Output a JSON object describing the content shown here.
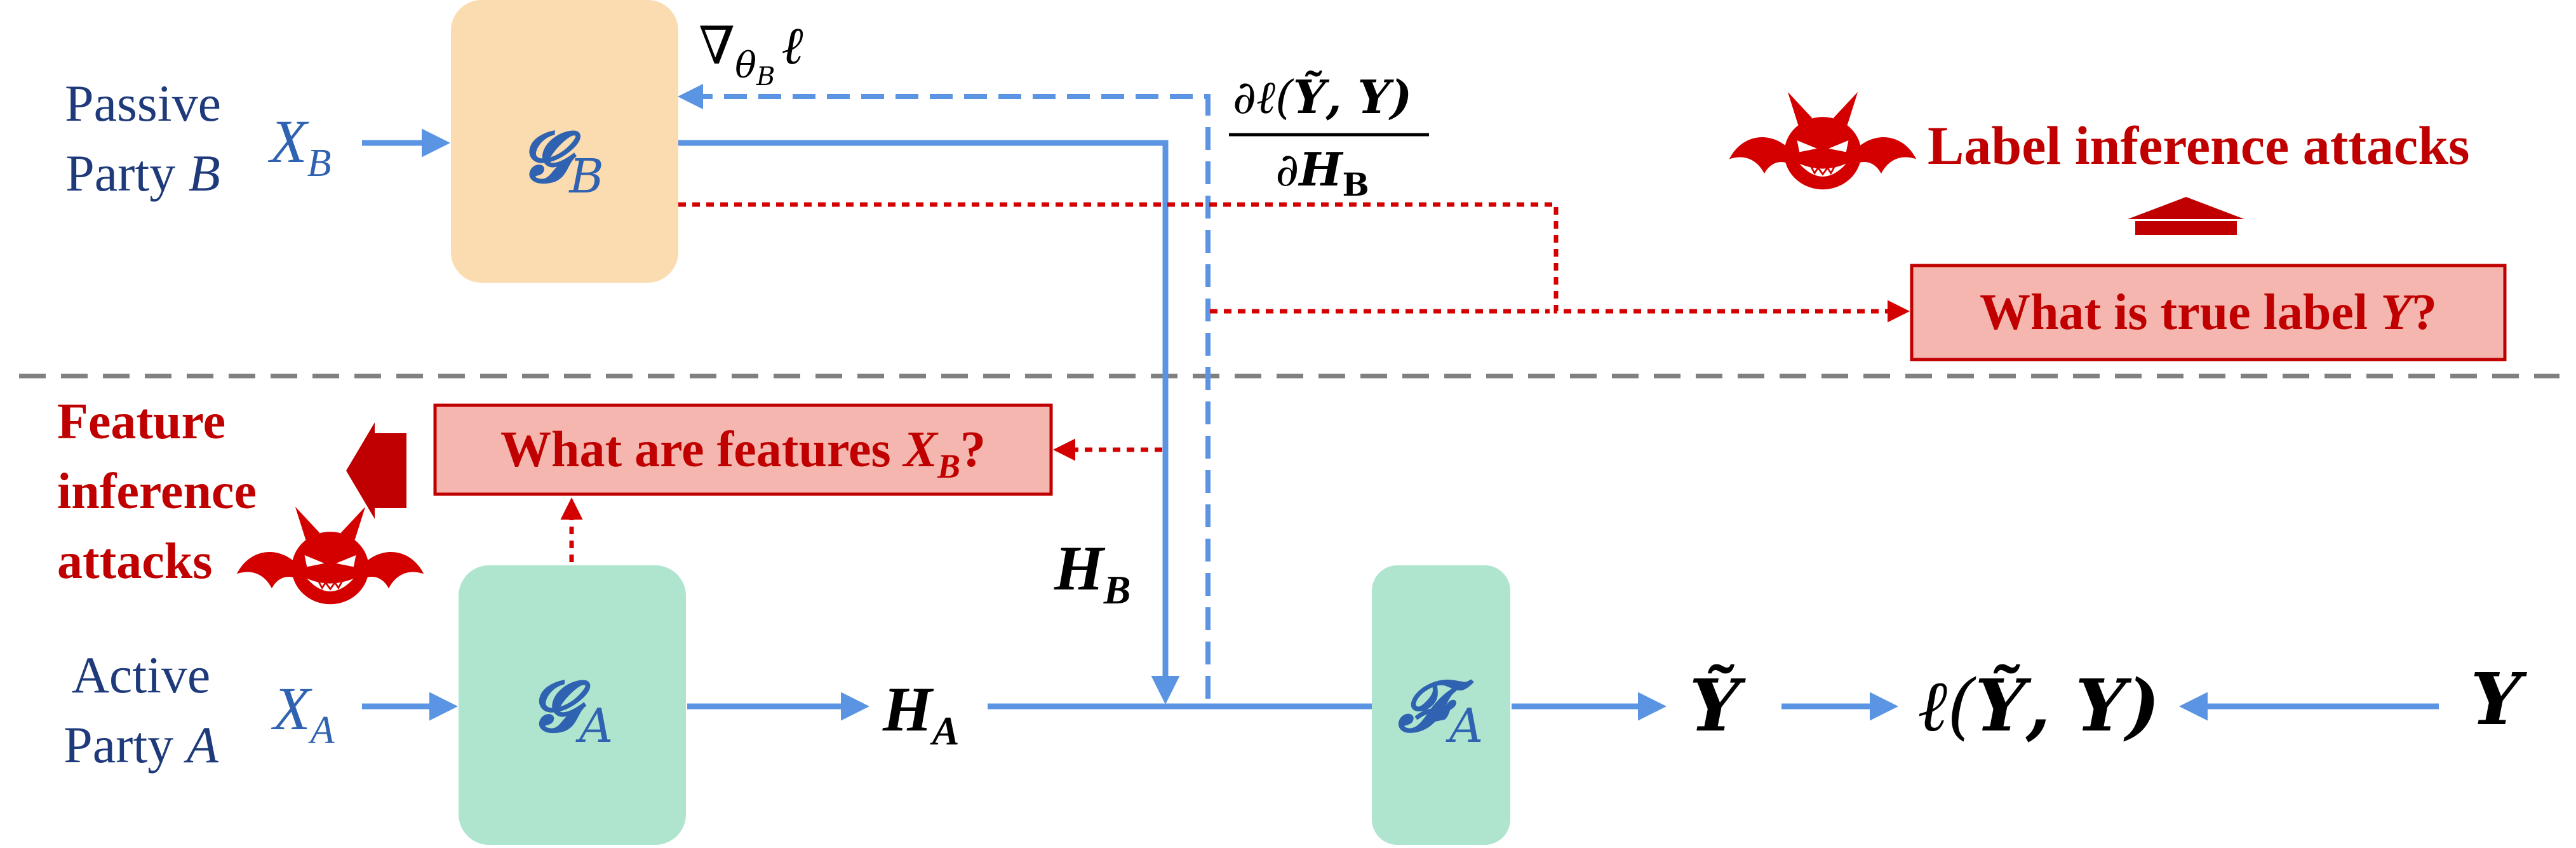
{
  "colors": {
    "party_text": "#1f3a7a",
    "input_text": "#2f62b0",
    "arrow_blue": "#5b94e3",
    "attack_red": "#c00000",
    "attack_box_fill": "#f4b6ae",
    "box_orange": "#fbdcb0",
    "box_green": "#afe5cf",
    "divider_gray": "#808080"
  },
  "passive_party": {
    "line1": "Passive",
    "line2_prefix": "Party ",
    "line2_letter": "B"
  },
  "active_party": {
    "line1": "Active",
    "line2_prefix": "Party ",
    "line2_letter": "A"
  },
  "inputs": {
    "xb_base": "X",
    "xb_sub": "B",
    "xa_base": "X",
    "xa_sub": "A"
  },
  "models": {
    "gb_base": "𝓖",
    "gb_sub": "B",
    "ga_base": "𝓖",
    "ga_sub": "A",
    "fa_base": "𝓕",
    "fa_sub": "A"
  },
  "embeddings": {
    "ha_base": "H",
    "ha_sub": "A",
    "hb_base": "H",
    "hb_sub": "B"
  },
  "gradients": {
    "param_grad_nabla": "∇",
    "param_grad_theta": "θ",
    "param_grad_sub": "B",
    "param_grad_loss": "ℓ",
    "partial_num_d": "∂ℓ(",
    "partial_num_ytilde": "Ỹ",
    "partial_num_rest": ", Y)",
    "partial_den_d": "∂",
    "partial_den_h": "H",
    "partial_den_sub": "B"
  },
  "outputs": {
    "ytilde": "Ỹ",
    "loss_prefix": "ℓ(",
    "loss_ytilde": "Ỹ",
    "loss_suffix": ", Y)",
    "label": "Y"
  },
  "attacks": {
    "label_attack_title": "Label inference attacks",
    "label_question_prefix": "What is true label ",
    "label_question_var": "Y",
    "label_question_suffix": "?",
    "feature_attack_line1": "Feature",
    "feature_attack_line2": "inference",
    "feature_attack_line3": "attacks",
    "feature_question_prefix": "What are features ",
    "feature_question_var": "X",
    "feature_question_sub": "B",
    "feature_question_suffix": "?"
  }
}
